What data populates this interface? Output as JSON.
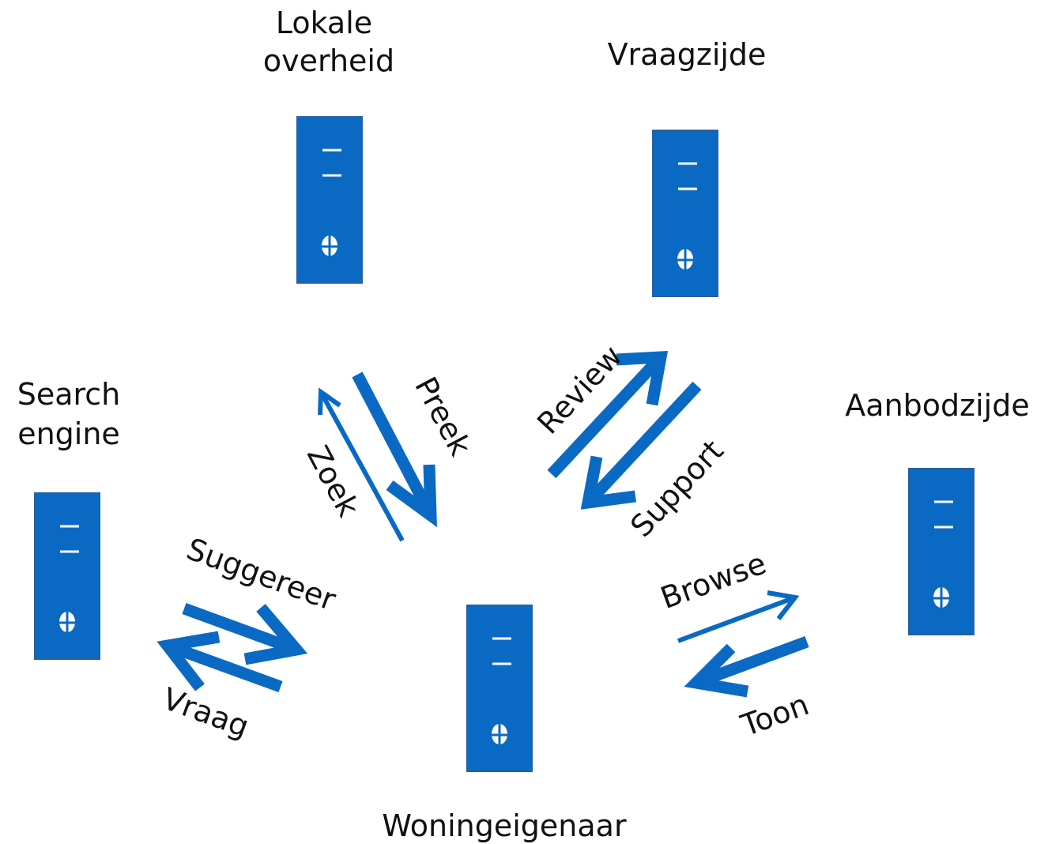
{
  "colors": {
    "server": "#0a6ac3",
    "server_border": "#2a5f9e",
    "arrow": "#0a6ac3",
    "text": "#111111",
    "background": "#ffffff"
  },
  "icons": {
    "server": "server-tower-icon",
    "arrow": "arrow-icon"
  },
  "nodes": {
    "lokale_overheid": {
      "line1": "Lokale",
      "line2": "overheid"
    },
    "vraagzijde": {
      "line1": "Vraagzijde"
    },
    "search_engine": {
      "line1": "Search",
      "line2": "engine"
    },
    "aanbodzijde": {
      "line1": "Aanbodzijde"
    },
    "woningeigenaar": {
      "line1": "Woningeigenaar"
    }
  },
  "edges": {
    "preek": "Preek",
    "zoek": "Zoek",
    "review": "Review",
    "support": "Support",
    "suggereer": "Suggereer",
    "vraag": "Vraag",
    "browse": "Browse",
    "toon": "Toon"
  }
}
